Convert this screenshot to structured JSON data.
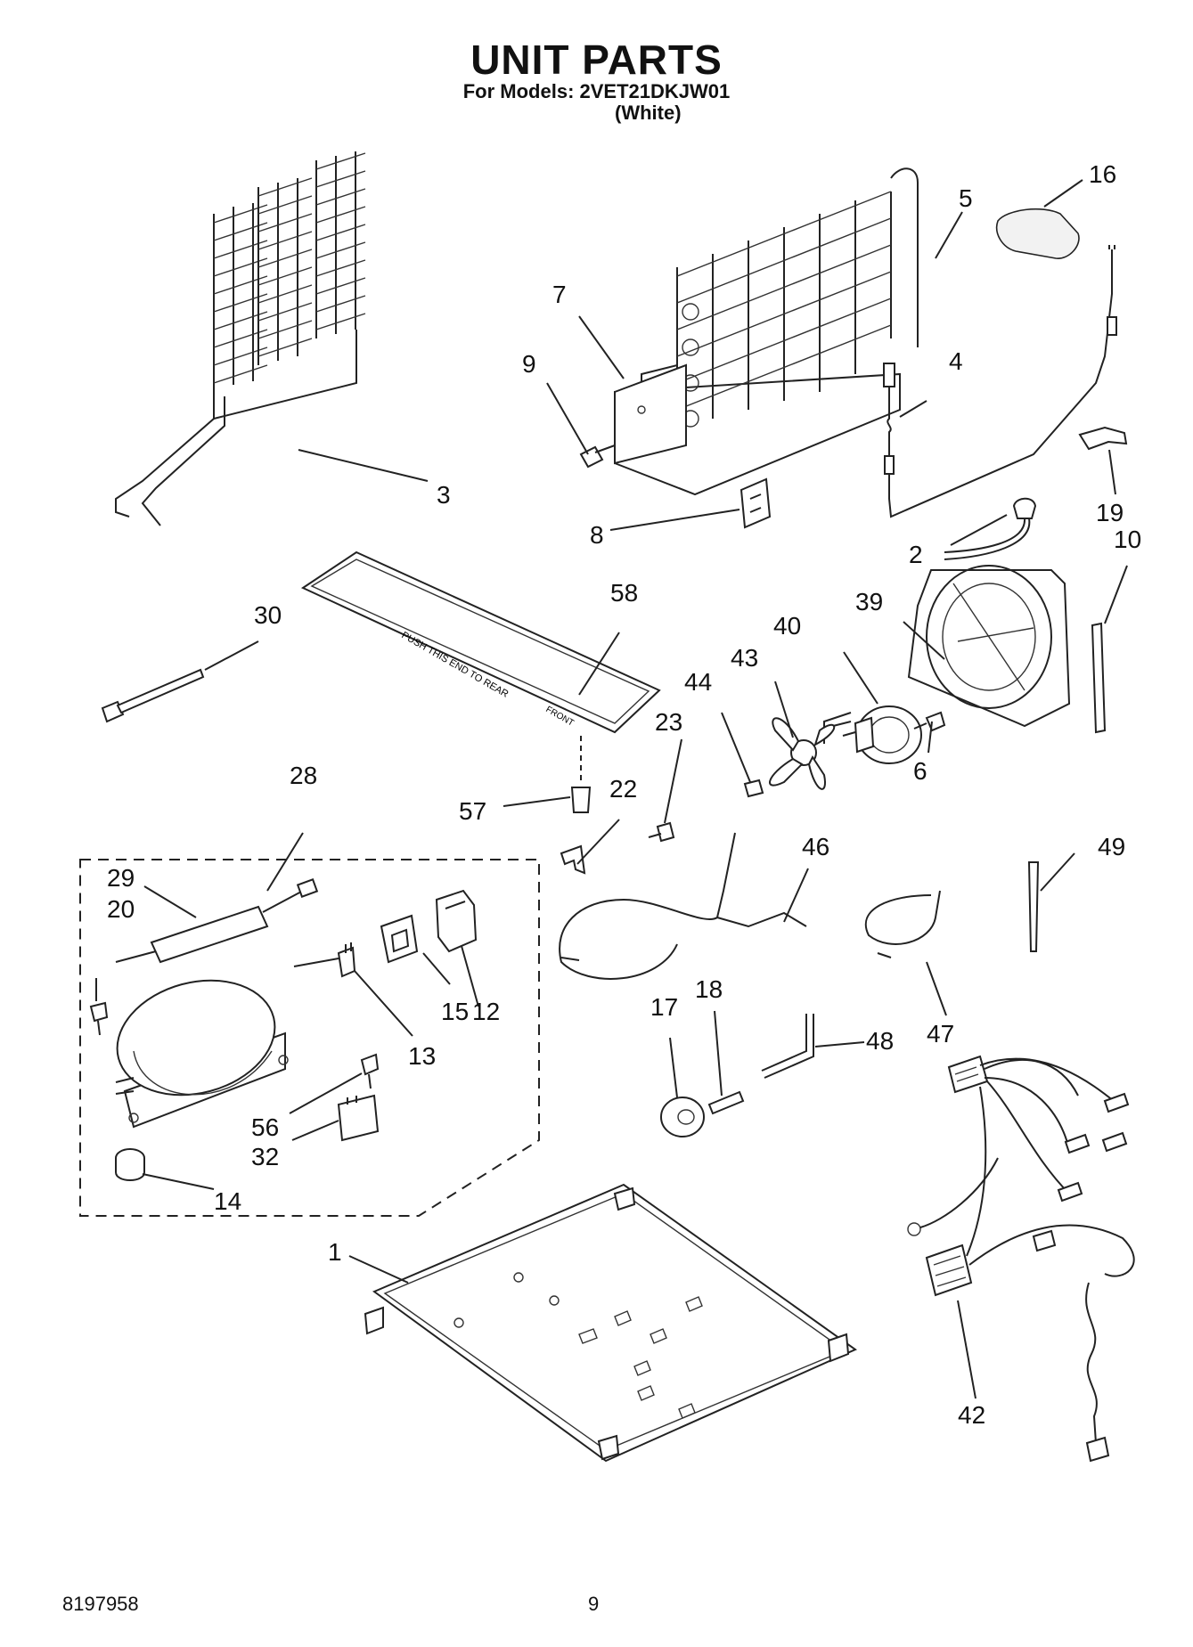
{
  "header": {
    "title": "UNIT PARTS",
    "models_line": "For Models: 2VET21DKJW01",
    "variant": "(White)"
  },
  "footer": {
    "document_number": "8197958",
    "page_number": "9"
  },
  "part_labels": [
    "16",
    "5",
    "7",
    "9",
    "4",
    "3",
    "19",
    "8",
    "2",
    "10",
    "58",
    "39",
    "30",
    "40",
    "43",
    "44",
    "23",
    "6",
    "28",
    "22",
    "57",
    "46",
    "29",
    "49",
    "20",
    "18",
    "17",
    "48",
    "15",
    "12",
    "13",
    "47",
    "56",
    "32",
    "14",
    "1",
    "42"
  ],
  "panel_text": {
    "drip_tray_print": "PUSH THIS END TO REAR",
    "drip_tray_front": "FRONT"
  }
}
